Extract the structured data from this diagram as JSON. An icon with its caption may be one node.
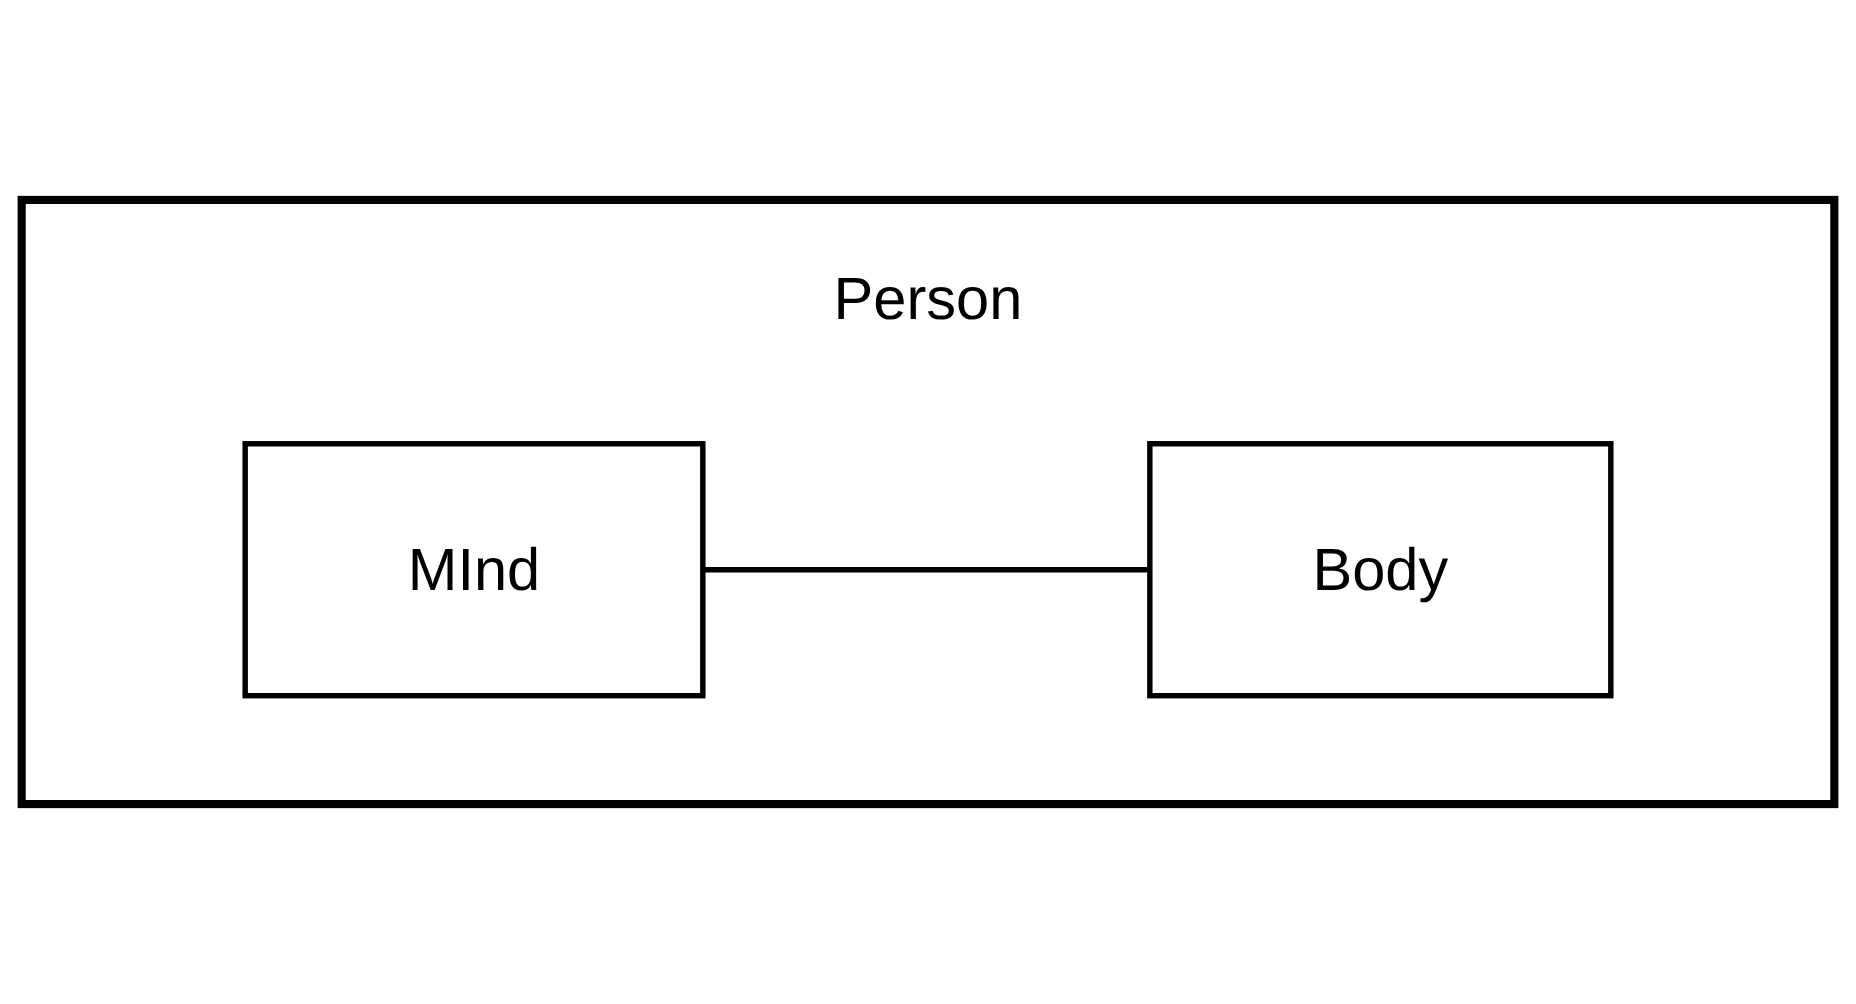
{
  "diagram": {
    "nodes": [
      {
        "text": [
          "Person"
        ]
      },
      {
        "text": [
          "MInd"
        ],
        "in": 0
      },
      {
        "text": [
          "Body"
        ],
        "in": 0
      }
    ],
    "edges": [
      {
        "from": 1,
        "to": 2,
        "arrow": "none"
      }
    ]
  }
}
